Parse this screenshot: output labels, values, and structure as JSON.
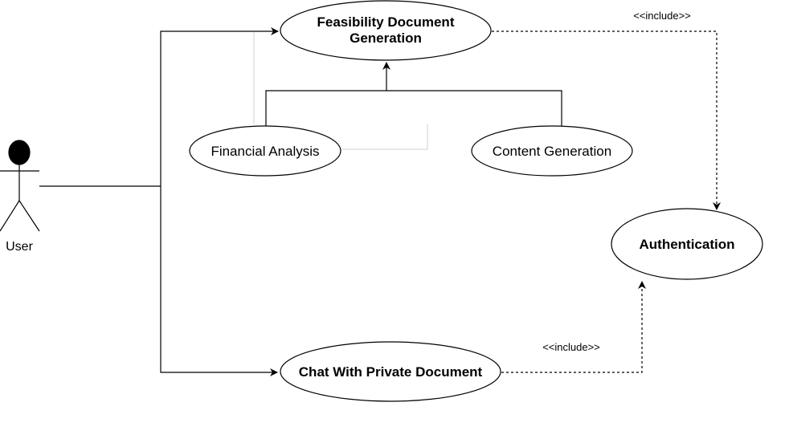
{
  "actor": {
    "name": "User"
  },
  "use_cases": {
    "feasibility": {
      "line1": "Feasibility Document",
      "line2": "Generation"
    },
    "financial": {
      "label": "Financial Analysis"
    },
    "content": {
      "label": "Content Generation"
    },
    "authentication": {
      "label": "Authentication"
    },
    "chat": {
      "label": "Chat With Private Document"
    }
  },
  "relations": {
    "include_top": "<<include>>",
    "include_bottom": "<<include>>"
  },
  "colors": {
    "stroke": "#000000",
    "background": "#ffffff",
    "faint_line": "#e8e8e8"
  }
}
